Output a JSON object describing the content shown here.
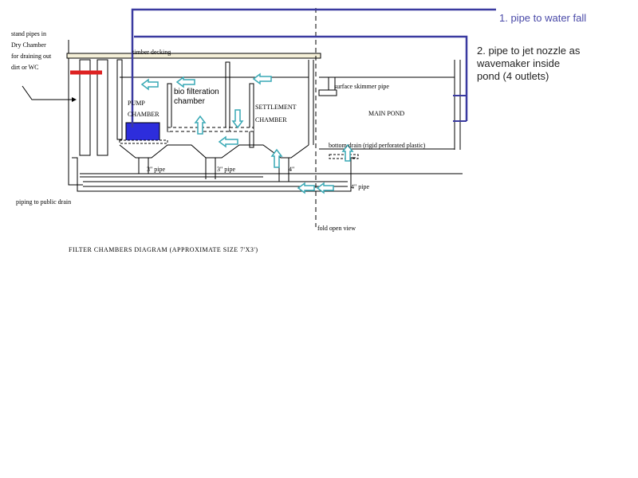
{
  "labels": {
    "stand_pipes": [
      "stand pipes in",
      "Dry Chamber",
      "for draining out",
      "dirt or WC"
    ],
    "timber_decking": "timber decking",
    "bio_filtration": [
      "bio filteration",
      "chamber"
    ],
    "pump_chamber": [
      "PUMP",
      "CHAMBER"
    ],
    "settlement_chamber": [
      "SETTLEMENT",
      "CHAMBER"
    ],
    "surface_skimmer": "surface skimmer pipe",
    "main_pond": "MAIN POND",
    "bottom_drain": "bottom drain (rigid perforated plastic)",
    "pipe_3in_a": "3\" pipe",
    "pipe_3in_b": "3\" pipe",
    "pipe_4in_short": "4\"",
    "pipe_4in": "4\" pipe",
    "public_drain": "piping to public drain",
    "fold_open": "fold open view",
    "diagram_caption": "FILTER CHAMBERS DIAGRAM (APPROXIMATE SIZE 7'X3')"
  },
  "pipes": {
    "waterfall": "1. pipe to water fall",
    "jet_nozzle": [
      "2. pipe to jet nozzle as",
      "wavemaker inside",
      "pond (4 outlets)"
    ]
  },
  "colors": {
    "pipe_blue": "#3a3aa0",
    "pump_blue": "#2d2ddc",
    "flow_arrow": "#39a9b5",
    "drain_red": "#dd2222",
    "deck_fill": "#f5f0d8",
    "label_blue": "#4a4aa8"
  }
}
